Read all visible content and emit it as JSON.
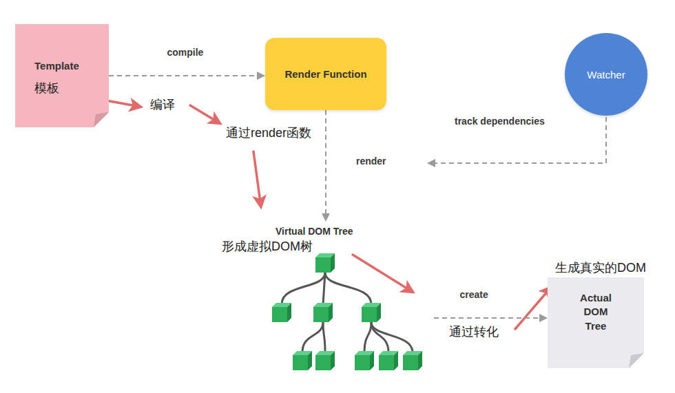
{
  "diagram": {
    "nodes": [
      {
        "text": [
          "Template",
          "模板"
        ]
      },
      {
        "text": [
          "Render Function"
        ]
      },
      {
        "text": [
          "Watcher"
        ]
      },
      {
        "text": [
          "Virtual DOM Tree"
        ]
      },
      {
        "text": [
          "Actual DOM Tree"
        ]
      }
    ],
    "edges": [
      {
        "from": 0,
        "to": 1,
        "arrow": "to",
        "label": "compile"
      },
      {
        "from": 1,
        "to": 3,
        "arrow": "to",
        "label": "render"
      },
      {
        "from": 3,
        "to": 4,
        "arrow": "to",
        "label": "create"
      }
    ],
    "labels": [
      "编译",
      "通过render函数",
      "track dependencies",
      "形成虚拟DOM树",
      "生成真实的DOM",
      "通过转化"
    ]
  }
}
